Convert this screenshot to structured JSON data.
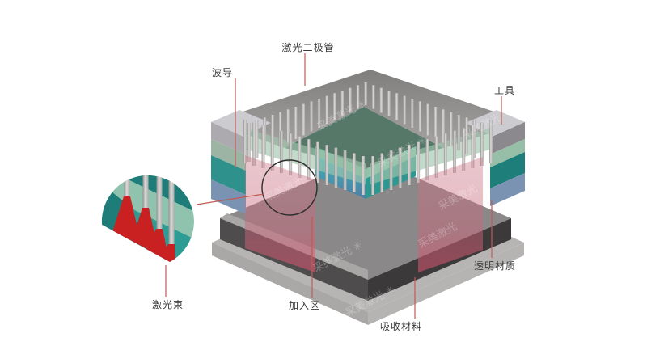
{
  "labels": {
    "laser_diode": "激光二极管",
    "waveguide": "波导",
    "tool": "工具",
    "transparent_material": "透明材质",
    "join_zone": "加入区",
    "absorber": "吸收材料",
    "laser_beam": "激光束"
  },
  "watermark": {
    "text": "采美激光",
    "star": "✳"
  },
  "colors": {
    "background": "#ffffff",
    "label_text": "#3a3a3a",
    "leader_line": "#c25a52",
    "plate_gray": "#949290",
    "plate_tip_top": "#cccbd0",
    "plate_tip_face_left": "#acaaae",
    "plate_tip_face_right": "#8b898d",
    "diode_green": "#567868",
    "mint_top": "#8fc3ad",
    "mint_left_end": "#9cb4a4",
    "mint_right_end": "#97bfa7",
    "chevron_mint_left": "#74b695",
    "chevron_mint_right": "#8cc3a9",
    "waveguide_teal": "#2f918b",
    "waveguide_teal_dark": "#1e7e79",
    "chevron_teal_right": "#2d9791",
    "cyan_bright": "#39b3ba",
    "cyan_to_blue": "#4e7fa6",
    "transparent_blue": "#7b93b3",
    "join_dark_left": "#4f4c4e",
    "join_dark_right": "#3c393b",
    "join_top_gray": "#8b8889",
    "join_top_margin": "#a9a6a6",
    "absorber_top": "#b7b4b4",
    "absorber_left": "#aaa7a7",
    "absorber_right": "#b6b3b3",
    "pin_gray": "#c9c7c5",
    "bond_pink": "#c96a80",
    "inset_teal_dark": "#1e7d78",
    "inset_teal_mid": "#2d9c94",
    "laser_red": "#c92121",
    "annotation_circle": "#2f2d2d",
    "watermark_white": "rgba(255,255,255,0.27)"
  },
  "diagram": {
    "edge_pin_count": 16,
    "front_pin_count": 14,
    "inset_pin_count": 4,
    "inset_beam_count": 4
  }
}
